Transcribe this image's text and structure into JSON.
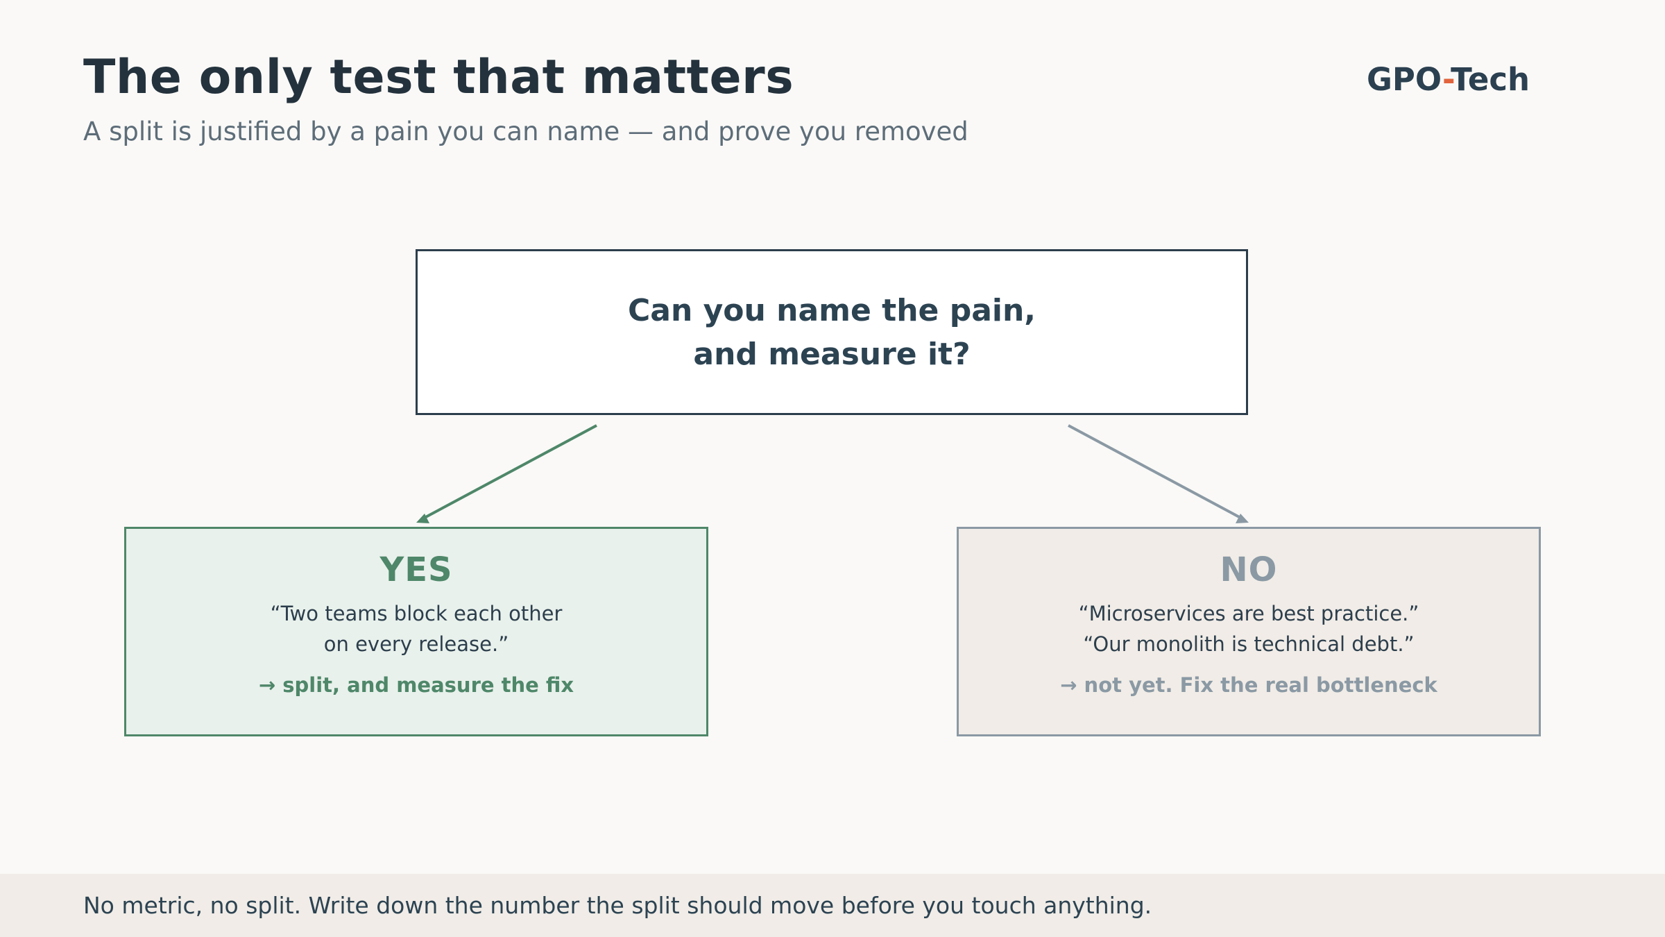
{
  "header": {
    "title": "The only test that matters",
    "subtitle": "A split is justified by a pain you can name — and prove you removed"
  },
  "brand": {
    "prefix": "GPO",
    "dash": "-",
    "suffix": "Tech"
  },
  "question": {
    "lines": [
      "Can you name the pain,",
      "and measure it?"
    ]
  },
  "branches": {
    "yes": {
      "label": "YES",
      "quote_lines": [
        "“Two teams block each other",
        "on every release.”"
      ],
      "verdict": "→ split, and measure the fix"
    },
    "no": {
      "label": "NO",
      "quote_lines": [
        "“Microservices are best practice.”",
        "“Our monolith is technical debt.”"
      ],
      "verdict": "→ not yet. Fix the real bottleneck"
    }
  },
  "footer": {
    "text": "No metric, no split. Write down the number the split should move before you touch anything."
  },
  "colors": {
    "yes": "#4e8769",
    "no": "#8a99a4",
    "brand_accent": "#e2643d",
    "ink": "#2c3e4c"
  }
}
